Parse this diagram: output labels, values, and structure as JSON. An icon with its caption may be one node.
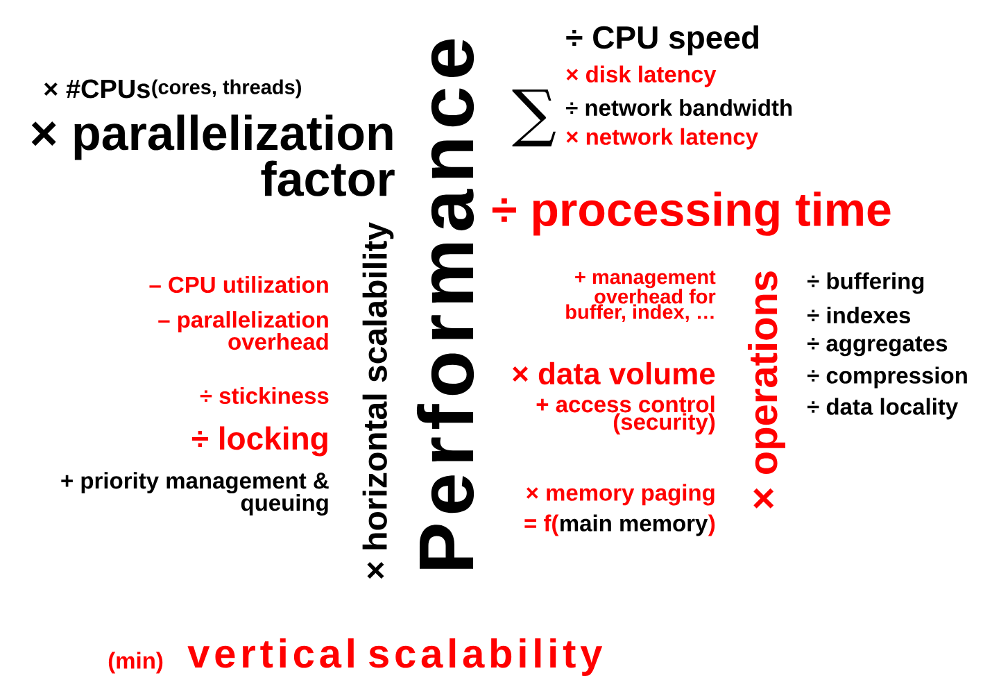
{
  "diagram": {
    "title": "Performance",
    "labels": [
      "÷ CPU speed",
      "× #CPUs",
      "(cores, threads)",
      "× disk latency",
      "∑",
      "÷ network bandwidth",
      "× network latency",
      "× parallelization factor",
      "÷ processing time",
      "– CPU utilization",
      "– parallelization overhead",
      "÷ stickiness",
      "÷ locking",
      "+ priority management & queuing",
      "× horizontal scalability",
      "+ management overhead for buffer, index, …",
      "× data volume",
      "+ access control (security)",
      "× memory paging",
      "= f(",
      "main memory",
      ")",
      "× operations",
      "÷ buffering",
      "÷ indexes",
      "÷ aggregates",
      "÷ compression",
      "÷ data locality",
      "(min)",
      "vertical scalability"
    ]
  }
}
